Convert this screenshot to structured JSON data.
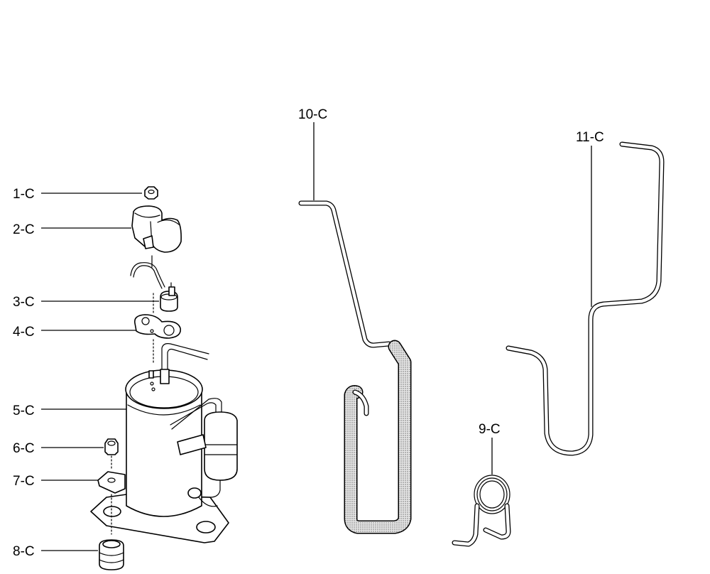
{
  "callouts": {
    "c1": "1-C",
    "c2": "2-C",
    "c3": "3-C",
    "c4": "4-C",
    "c5": "5-C",
    "c6": "6-C",
    "c7": "7-C",
    "c8": "8-C",
    "c9": "9-C",
    "c10": "10-C",
    "c11": "11-C"
  }
}
